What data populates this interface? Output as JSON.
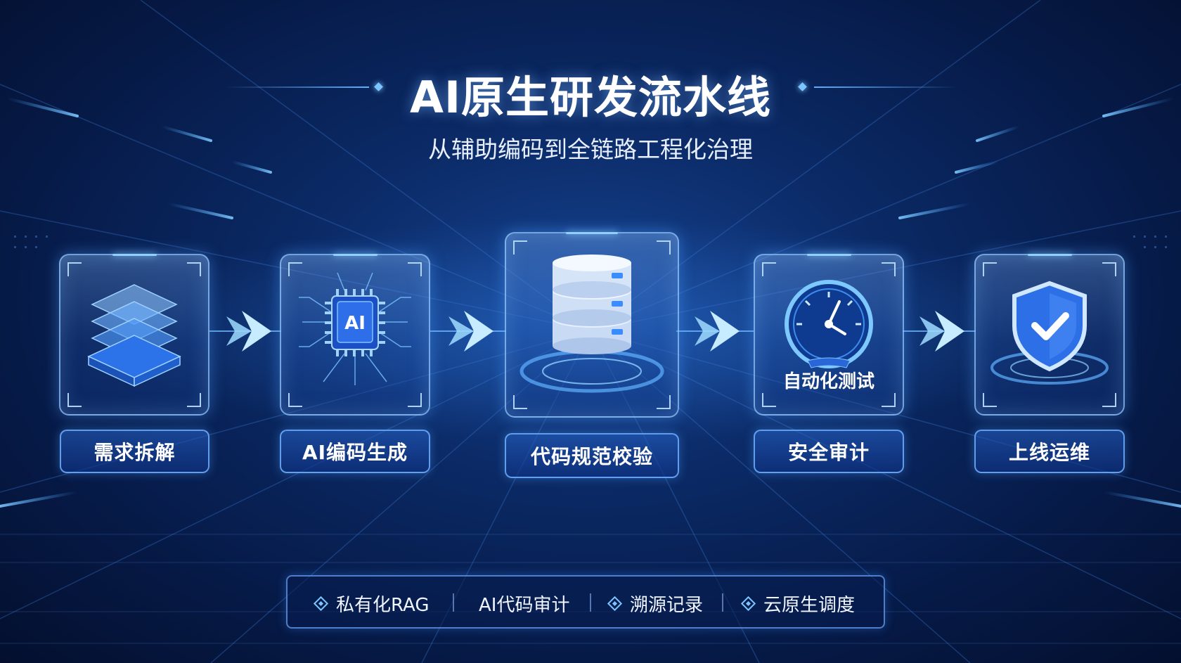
{
  "title": "AI原生研发流水线",
  "subtitle": "从辅助编码到全链路工程化治理",
  "steps": [
    {
      "label": "需求拆解",
      "icon": "stacked-layers-icon"
    },
    {
      "label": "AI编码生成",
      "icon": "ai-chip-icon",
      "chip_text": "AI"
    },
    {
      "label": "代码规范校验",
      "icon": "database-icon"
    },
    {
      "label": "安全审计",
      "icon": "gauge-icon",
      "inner_label": "自动化测试"
    },
    {
      "label": "上线运维",
      "icon": "shield-check-icon"
    }
  ],
  "features": [
    {
      "label": "私有化RAG",
      "marker": "diamond"
    },
    {
      "label": "AI代码审计",
      "marker": "none"
    },
    {
      "label": "溯源记录",
      "marker": "diamond"
    },
    {
      "label": "云原生调度",
      "marker": "diamond"
    }
  ],
  "colors": {
    "accent": "#5fb0ff",
    "glow": "#8fd0ff",
    "background": "#0b2a66"
  }
}
